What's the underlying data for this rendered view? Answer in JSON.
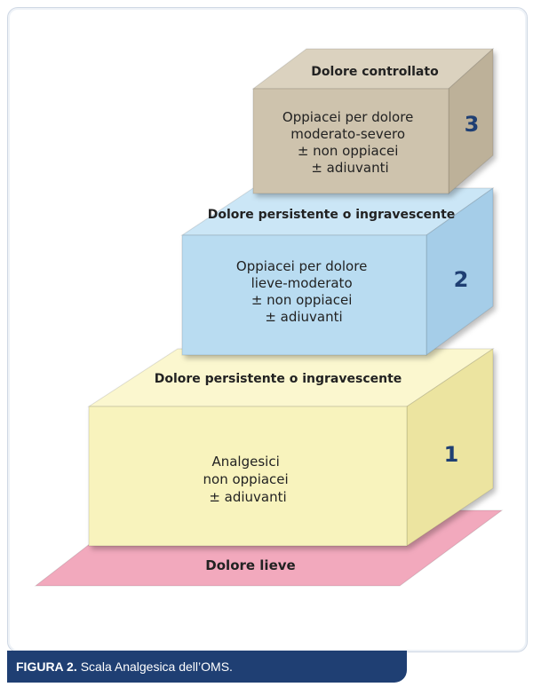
{
  "base": {
    "label": "Dolore lieve"
  },
  "steps": [
    {
      "number": "1",
      "top_label": "Dolore persistente o ingravescente",
      "body": [
        "Analgesici",
        "non oppiacei",
        "± adiuvanti"
      ]
    },
    {
      "number": "2",
      "top_label": "Dolore persistente o ingravescente",
      "body": [
        "Oppiacei per dolore",
        "lieve-moderato",
        "± non oppiacei",
        "± adiuvanti"
      ]
    },
    {
      "number": "3",
      "top_label": "Dolore controllato",
      "body": [
        "Oppiacei per dolore",
        "moderato-severo",
        "± non oppiacei",
        "± adiuvanti"
      ]
    }
  ],
  "caption": {
    "label": "FIGURA 2.",
    "text": "Scala Analgesica dell’OMS."
  },
  "colors": {
    "base": "#f2a9bd",
    "step1_front": "#f8f3bd",
    "step1_top": "#fbf7cf",
    "step1_side": "#ece4a0",
    "step2_front": "#b9dcf1",
    "step2_top": "#cbe6f6",
    "step2_side": "#a5cde8",
    "step3_front": "#cec3ad",
    "step3_top": "#dbd2bf",
    "step3_side": "#bdb199",
    "number_text": "#1f3f73",
    "caption_bg": "#1f3f73"
  }
}
